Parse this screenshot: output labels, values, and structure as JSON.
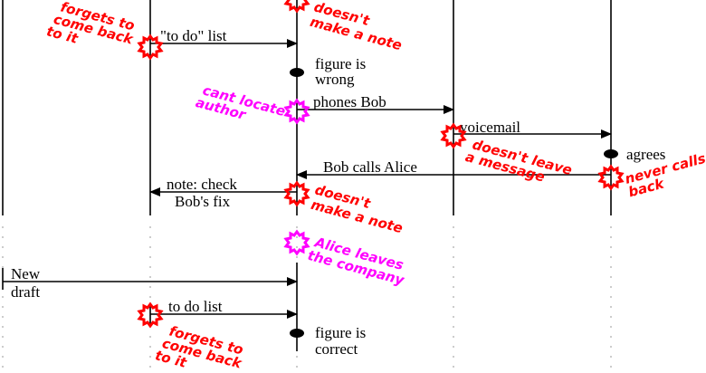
{
  "colors": {
    "problem": "#ff0000",
    "other": "#ff00ff"
  },
  "messages": {
    "todo_list_quoted": "\"to do\" list",
    "figure_wrong_1": "figure is",
    "figure_wrong_2": "wrong",
    "phones_bob": "phones Bob",
    "voicemail": "voicemail",
    "agrees": "agrees",
    "bob_calls_alice": "Bob calls Alice",
    "note_check_1": "note: check",
    "note_check_2": "Bob's fix",
    "new_draft_1": "New",
    "new_draft_2": "draft",
    "todo_list": "to do list",
    "figure_correct_1": "figure is",
    "figure_correct_2": "correct"
  },
  "annotations": {
    "top_doesnt_1": "doesn't",
    "top_doesnt_2": "make a note",
    "forgets_1": "forgets to",
    "forgets_2": "come back",
    "forgets_3": "to it",
    "cant_locate_1": "cant locate",
    "cant_locate_2": "author",
    "doesnt_leave_1": "doesn't leave",
    "doesnt_leave_2": "a message",
    "never_calls_1": "never calls",
    "never_calls_2": "back",
    "doesnt_note_1": "doesn't",
    "doesnt_note_2": "make a note",
    "alice_leaves_1": "Alice leaves",
    "alice_leaves_2": "the company",
    "forgets_b_1": "forgets to",
    "forgets_b_2": "come back",
    "forgets_b_3": "to it"
  }
}
